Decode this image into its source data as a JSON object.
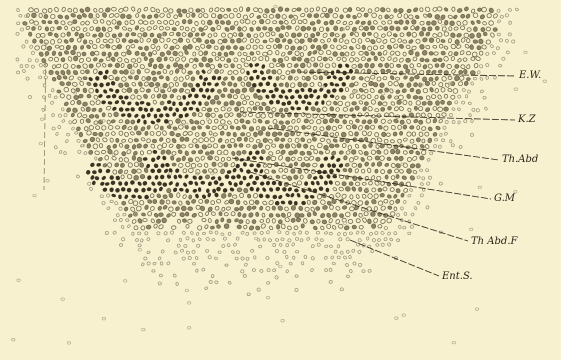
{
  "labels": {
    "ew": "E.W.",
    "kz": "K.Z",
    "th_abd": "Th.Abd",
    "gm": "G.M",
    "th_abd_f": "Th Abd.F",
    "ent_s": "Ent.S."
  }
}
